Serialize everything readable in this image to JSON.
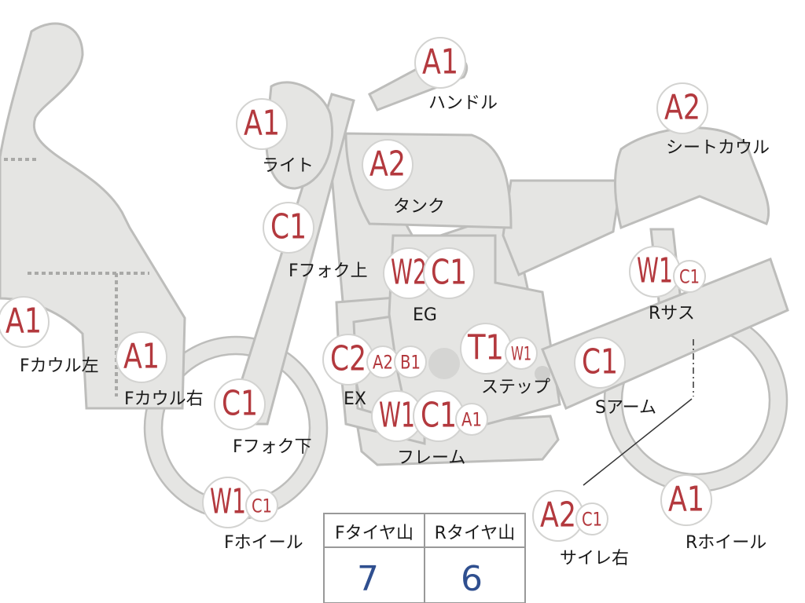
{
  "codes": [
    {
      "id": "handle",
      "text": "A1"
    },
    {
      "id": "light",
      "text": "A1"
    },
    {
      "id": "tank",
      "text": "A2"
    },
    {
      "id": "seat",
      "text": "A2"
    },
    {
      "id": "ffork_up",
      "text": "C1"
    },
    {
      "id": "eg_w2",
      "text": "W2"
    },
    {
      "id": "eg_c1",
      "text": "C1"
    },
    {
      "id": "rsus_w1",
      "text": "W1"
    },
    {
      "id": "rsus_c1",
      "text": "C1"
    },
    {
      "id": "fcowl_l",
      "text": "A1"
    },
    {
      "id": "fcowl_r",
      "text": "A1"
    },
    {
      "id": "ex_c2",
      "text": "C2"
    },
    {
      "id": "ex_a2",
      "text": "A2"
    },
    {
      "id": "ex_b1",
      "text": "B1"
    },
    {
      "id": "step_t1",
      "text": "T1"
    },
    {
      "id": "step_w1",
      "text": "W1"
    },
    {
      "id": "sarm_c1",
      "text": "C1"
    },
    {
      "id": "ffork_lo",
      "text": "C1"
    },
    {
      "id": "frame_w1",
      "text": "W1"
    },
    {
      "id": "frame_c1",
      "text": "C1"
    },
    {
      "id": "frame_a1",
      "text": "A1"
    },
    {
      "id": "fwheel_w1",
      "text": "W1"
    },
    {
      "id": "fwheel_c1",
      "text": "C1"
    },
    {
      "id": "silencer_a2",
      "text": "A2"
    },
    {
      "id": "silencer_c1",
      "text": "C1"
    },
    {
      "id": "rwheel",
      "text": "A1"
    }
  ],
  "labels": [
    {
      "id": "handle",
      "text": "ハンドル"
    },
    {
      "id": "light",
      "text": "ライト"
    },
    {
      "id": "tank",
      "text": "タンク"
    },
    {
      "id": "seat",
      "text": "シートカウル"
    },
    {
      "id": "ffork_up",
      "text": "Fフォク上"
    },
    {
      "id": "eg",
      "text": "EG"
    },
    {
      "id": "rsus",
      "text": "Rサス"
    },
    {
      "id": "fcowl_l",
      "text": "Fカウル左"
    },
    {
      "id": "fcowl_r",
      "text": "Fカウル右"
    },
    {
      "id": "ex",
      "text": "EX"
    },
    {
      "id": "step",
      "text": "ステップ"
    },
    {
      "id": "sarm",
      "text": "Sアーム"
    },
    {
      "id": "ffork_lo",
      "text": "Fフォク下"
    },
    {
      "id": "frame",
      "text": "フレーム"
    },
    {
      "id": "fwheel",
      "text": "Fホイール"
    },
    {
      "id": "silencer",
      "text": "サイレ右"
    },
    {
      "id": "rwheel",
      "text": "Rホイール"
    }
  ],
  "tread_table": {
    "headers": [
      "Fタイヤ山",
      "Rタイヤ山"
    ],
    "values": [
      "7",
      "6"
    ]
  },
  "colors": {
    "code_text": "#b3393e",
    "part_fill": "#e5e5e3",
    "part_stroke": "#bdbdbb",
    "value_text": "#2f4f8f"
  }
}
